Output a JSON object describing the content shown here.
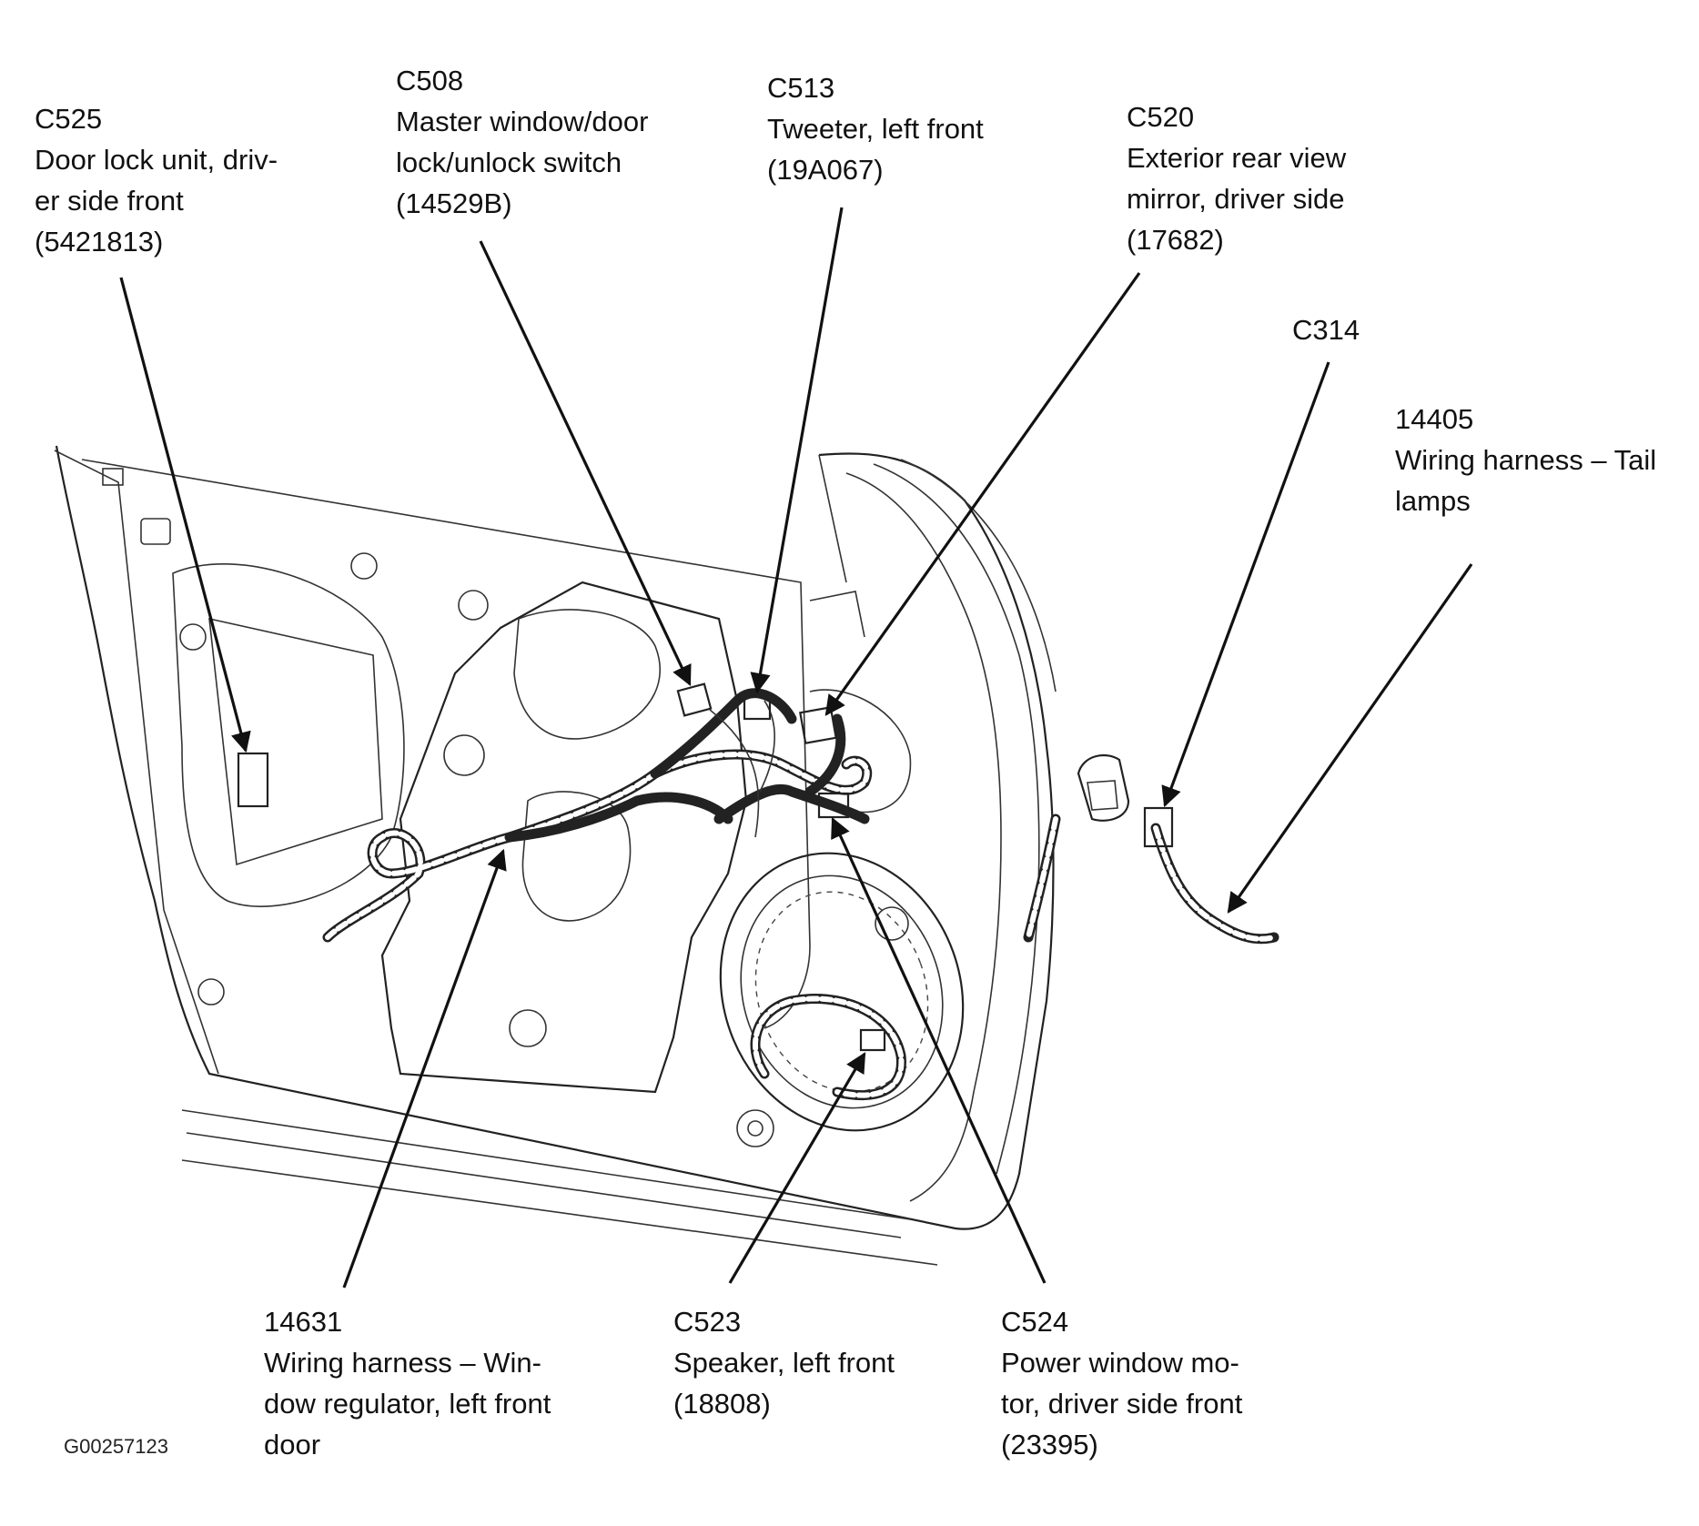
{
  "figure_id": "G00257123",
  "callouts": {
    "c525": {
      "code": "C525",
      "lines": [
        "Door lock unit, driv-",
        "er side front",
        "(5421813)"
      ]
    },
    "c508": {
      "code": "C508",
      "lines": [
        "Master window/door",
        "lock/unlock switch",
        "(14529B)"
      ]
    },
    "c513": {
      "code": "C513",
      "lines": [
        "Tweeter, left front",
        "(19A067)"
      ]
    },
    "c520": {
      "code": "C520",
      "lines": [
        "Exterior rear view",
        "mirror, driver side",
        "(17682)"
      ]
    },
    "c314": {
      "code": "C314",
      "lines": []
    },
    "h14405": {
      "code": "14405",
      "lines": [
        "Wiring harness – Tail",
        "lamps"
      ]
    },
    "h14631": {
      "code": "14631",
      "lines": [
        "Wiring harness – Win-",
        "dow regulator, left front",
        "door"
      ]
    },
    "c523": {
      "code": "C523",
      "lines": [
        "Speaker, left front",
        "(18808)"
      ]
    },
    "c524": {
      "code": "C524",
      "lines": [
        "Power window mo-",
        "tor, driver side front",
        "(23395)"
      ]
    }
  }
}
